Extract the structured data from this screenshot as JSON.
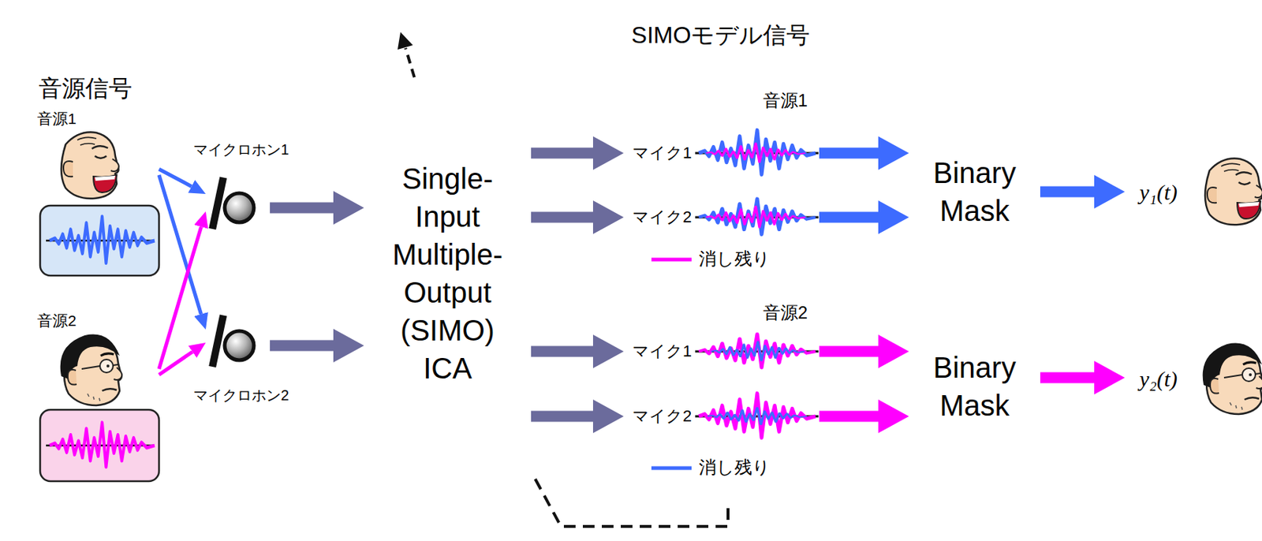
{
  "diagram": {
    "nodes": [
      {
        "text": [
          "音源信号"
        ]
      },
      {
        "text": [
          "音源1"
        ],
        "in": 0
      },
      {
        "text": [
          "マイクロホン1"
        ]
      },
      {
        "text": [
          "音源2"
        ],
        "in": 0
      },
      {
        "text": [
          "マイクロホン2"
        ]
      },
      {
        "text": [
          "SIMOモデル信号"
        ]
      },
      {
        "text": [
          "Single- Input Multiple- Output (SIMO) ICA"
        ],
        "in": 5
      },
      {
        "text": [
          "音源1"
        ],
        "in": 5
      },
      {
        "text": [
          "マイク1"
        ],
        "in": 7
      },
      {
        "text": [
          "マイク2"
        ],
        "in": 7
      },
      {
        "text": [
          "音源2"
        ],
        "in": 5
      },
      {
        "text": [
          "マイク1"
        ],
        "in": 10
      },
      {
        "text": [
          "マイク2"
        ],
        "in": 10
      },
      {
        "text": [
          "Binary Mask"
        ],
        "in": 5
      },
      {
        "text": [
          "Binary Mask"
        ],
        "in": 5
      },
      {
        "text": [
          "y₁(t)"
        ]
      },
      {
        "text": [
          "y₂(t)"
        ]
      }
    ],
    "edges": [
      {
        "from": 1,
        "to": 2,
        "arrow": "to"
      },
      {
        "from": 1,
        "to": 4,
        "arrow": "to"
      },
      {
        "from": 3,
        "to": 2,
        "arrow": "to"
      },
      {
        "from": 3,
        "to": 4,
        "arrow": "to"
      },
      {
        "from": 2,
        "to": 6,
        "arrow": "to"
      },
      {
        "from": 4,
        "to": 6,
        "arrow": "to"
      },
      {
        "from": 6,
        "to": 8,
        "arrow": "to"
      },
      {
        "from": 6,
        "to": 9,
        "arrow": "to"
      },
      {
        "from": 6,
        "to": 11,
        "arrow": "to"
      },
      {
        "from": 6,
        "to": 12,
        "arrow": "to"
      },
      {
        "from": 8,
        "to": 13,
        "arrow": "to"
      },
      {
        "from": 9,
        "to": 13,
        "arrow": "to"
      },
      {
        "from": 11,
        "to": 14,
        "arrow": "to"
      },
      {
        "from": 12,
        "to": 14,
        "arrow": "to"
      },
      {
        "from": 13,
        "to": 15,
        "arrow": "to"
      },
      {
        "from": 14,
        "to": 16,
        "arrow": "to"
      }
    ],
    "legend": [
      {
        "text": "消し残り"
      },
      {
        "text": "消し残り"
      }
    ]
  }
}
